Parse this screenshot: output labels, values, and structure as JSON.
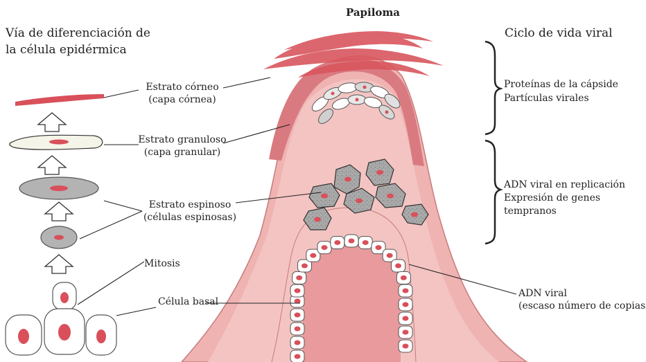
{
  "title": "Papiloma",
  "left_heading": [
    "Vía de diferenciación de",
    "la célula epidérmica"
  ],
  "right_heading": "Ciclo de vida viral",
  "labels": {
    "corneo": [
      "Estrato córneo",
      "(capa córnea)"
    ],
    "granuloso": [
      "Estrato granuloso",
      "(capa granular)"
    ],
    "espinoso": [
      "Estrato espinoso",
      "(células espinosas)"
    ],
    "mitosis": "Mitosis",
    "basal": "Célula basal",
    "capside": [
      "Proteínas de la cápside",
      "Partículas virales"
    ],
    "replicacion": [
      "ADN viral en replicación",
      "Expresión de genes",
      "tempranos"
    ],
    "adn_viral": [
      "ADN viral",
      "(escaso número de copias)"
    ]
  },
  "colors": {
    "nucleus": "#d9505a",
    "tissue": "#eeb0b0",
    "tissue_dark": "#d8777c",
    "cell_gray": "#b8b8b8"
  }
}
